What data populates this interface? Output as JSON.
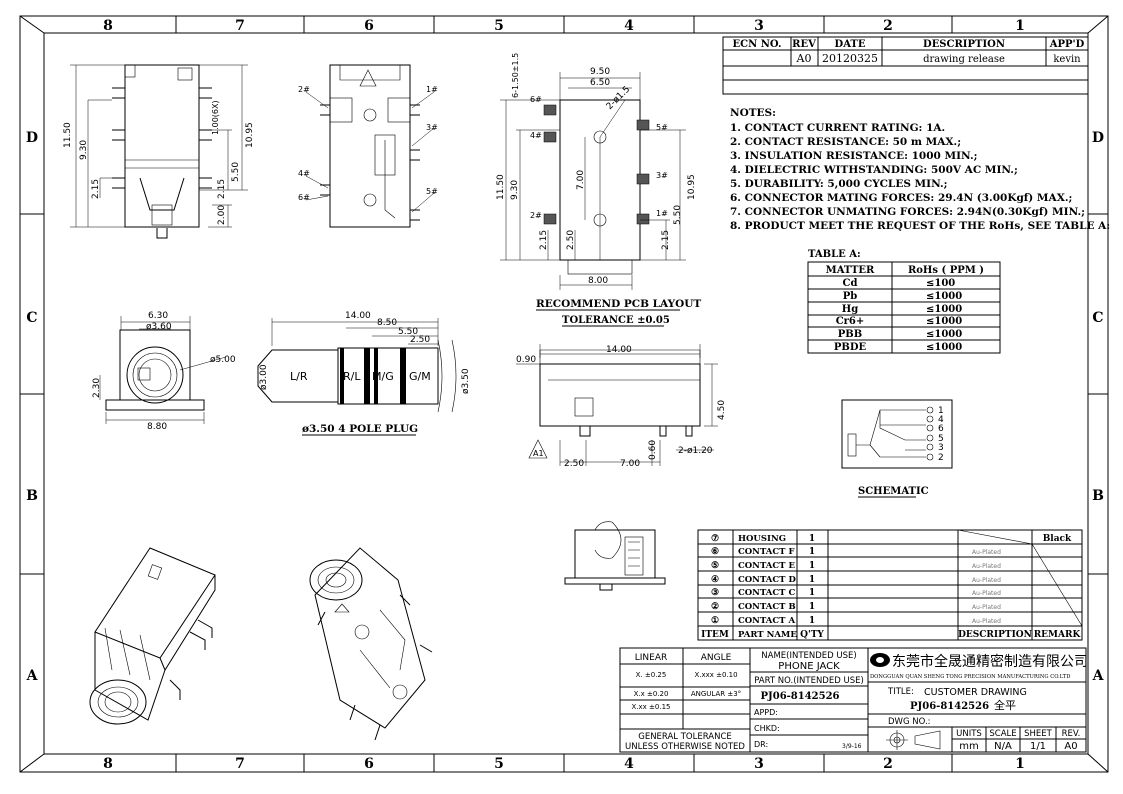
{
  "grid": {
    "cols": [
      "8",
      "7",
      "6",
      "5",
      "4",
      "3",
      "2",
      "1"
    ],
    "rows": [
      "D",
      "C",
      "B",
      "A"
    ]
  },
  "revision_table": {
    "headers": [
      "ECN NO.",
      "REV",
      "DATE",
      "DESCRIPTION",
      "APP'D"
    ],
    "row": {
      "ecn": "",
      "rev": "A0",
      "date": "20120325",
      "desc": "drawing release",
      "appd": "kevin"
    }
  },
  "notes": {
    "title": "NOTES:",
    "items": [
      "1. CONTACT CURRENT RATING: 1A.",
      "2. CONTACT RESISTANCE: 50 m MAX.;",
      "3. INSULATION RESISTANCE: 1000 MIN.;",
      "4. DIELECTRIC WITHSTANDING: 500V AC MIN.;",
      "5. DURABILITY: 5,000 CYCLES MIN.;",
      "6. CONNECTOR MATING FORCES: 29.4N (3.00Kgf) MAX.;",
      "7. CONNECTOR UNMATING FORCES: 2.94N(0.30Kgf) MIN.;",
      "8. PRODUCT MEET THE REQUEST OF THE RoHs, SEE TABLE A:"
    ]
  },
  "table_a": {
    "title": "TABLE A:",
    "headers": [
      "MATTER",
      "RoHs ( PPM )"
    ],
    "rows": [
      [
        "Cd",
        "≤100"
      ],
      [
        "Pb",
        "≤1000"
      ],
      [
        "Hg",
        "≤1000"
      ],
      [
        "Cr6+",
        "≤1000"
      ],
      [
        "PBB",
        "≤1000"
      ],
      [
        "PBDE",
        "≤1000"
      ]
    ]
  },
  "labels": {
    "pcb_layout": "RECOMMEND PCB LAYOUT",
    "tolerance": "TOLERANCE ±0.05",
    "plug": "ø3.50 4 POLE PLUG",
    "schematic": "SCHEMATIC",
    "warn": "A1"
  },
  "dims": {
    "front": {
      "h1": "11.50",
      "h2": "9.30",
      "d1": "1.00(6X)",
      "d2": "10.95",
      "d3": "5.50",
      "d4": "2.15",
      "d5": "2.15",
      "d6": "2.00"
    },
    "top": {
      "p2": "2#",
      "p1": "1#",
      "p3": "3#",
      "p4": "4#",
      "p6": "6#",
      "p5": "5#"
    },
    "pcb": {
      "w1": "9.50",
      "w2": "6.50",
      "hole": "2-ø1.5",
      "dd": "6-1.50±1.5",
      "h1": "11.50",
      "h2": "9.30",
      "h3": "7.00",
      "h4": "10.95",
      "h5": "5.50",
      "b1": "2.15",
      "b2": "2.50",
      "b3": "2.15",
      "bw": "8.00",
      "p6": "6#",
      "p5": "5#",
      "p4": "4#",
      "p3": "3#",
      "p2": "2#",
      "p1": "1#"
    },
    "side": {
      "w1": "6.30",
      "w2": "ø3.60",
      "d": "ø5.00",
      "h": "2.30",
      "bw": "8.80"
    },
    "plug": {
      "l1": "14.00",
      "l2": "8.50",
      "l3": "5.50",
      "l4": "2.50",
      "d1": "ø3.00",
      "d2": "ø3.50",
      "seg": [
        "L/R",
        "R/L",
        "M/G",
        "G/M"
      ]
    },
    "bottom": {
      "w": "14.00",
      "t": "0.90",
      "h": "4.50",
      "a": "2.50",
      "b": "7.00",
      "c": "0.60",
      "d": "2-ø1.20"
    }
  },
  "schematic_pins": [
    "1",
    "4",
    "6",
    "5",
    "3",
    "2"
  ],
  "bom": {
    "headers": [
      "ITEM",
      "PART NAME",
      "Q'TY",
      "",
      "DESCRIPTION",
      "REMARK"
    ],
    "rows": [
      {
        "item": "⑦",
        "name": "HOUSING",
        "qty": "1",
        "desc": "",
        "remark": "Black"
      },
      {
        "item": "⑥",
        "name": "CONTACT F",
        "qty": "1",
        "desc": "Au-Plated",
        "remark": ""
      },
      {
        "item": "⑤",
        "name": "CONTACT E",
        "qty": "1",
        "desc": "Au-Plated",
        "remark": ""
      },
      {
        "item": "④",
        "name": "CONTACT D",
        "qty": "1",
        "desc": "Au-Plated",
        "remark": ""
      },
      {
        "item": "③",
        "name": "CONTACT C",
        "qty": "1",
        "desc": "Au-Plated",
        "remark": ""
      },
      {
        "item": "②",
        "name": "CONTACT B",
        "qty": "1",
        "desc": "Au-Plated",
        "remark": ""
      },
      {
        "item": "①",
        "name": "CONTACT A",
        "qty": "1",
        "desc": "Au-Plated",
        "remark": ""
      }
    ]
  },
  "title_block": {
    "linear": "LINEAR",
    "angle": "ANGLE",
    "tol_rows": [
      [
        "X. ±0.25",
        "X.xxx ±0.10"
      ],
      [
        "X.x ±0.20",
        "ANGULAR ±3°"
      ],
      [
        "X.xx ±0.15",
        ""
      ]
    ],
    "general": "GENERAL TOLERANCE",
    "unless": "UNLESS OTHERWISE NOTED",
    "name_label": "NAME(INTENDED USE)",
    "name_value": "PHONE JACK",
    "part_label": "PART NO.(INTENDED USE)",
    "part_value": "PJ06-8142526",
    "appd": "APPD:",
    "chkd": "CHKD:",
    "dr": "DR:",
    "dr_date": "3/9-16",
    "company_cn": "东莞市全晟通精密制造有限公司",
    "company_en": "DONGGUAN QUAN SHENG TONG PRECISION MANUFACTURING CO.LTD",
    "title_label": "TITLE:",
    "title_value": "CUSTOMER DRAWING",
    "title_part": "PJ06-8142526",
    "title_sign": "全平",
    "dwg": "DWG NO.:",
    "units_label": "UNITS",
    "units": "mm",
    "scale_label": "SCALE",
    "scale": "N/A",
    "sheet_label": "SHEET",
    "sheet": "1/1",
    "rev_label": "REV.",
    "rev": "A0"
  }
}
